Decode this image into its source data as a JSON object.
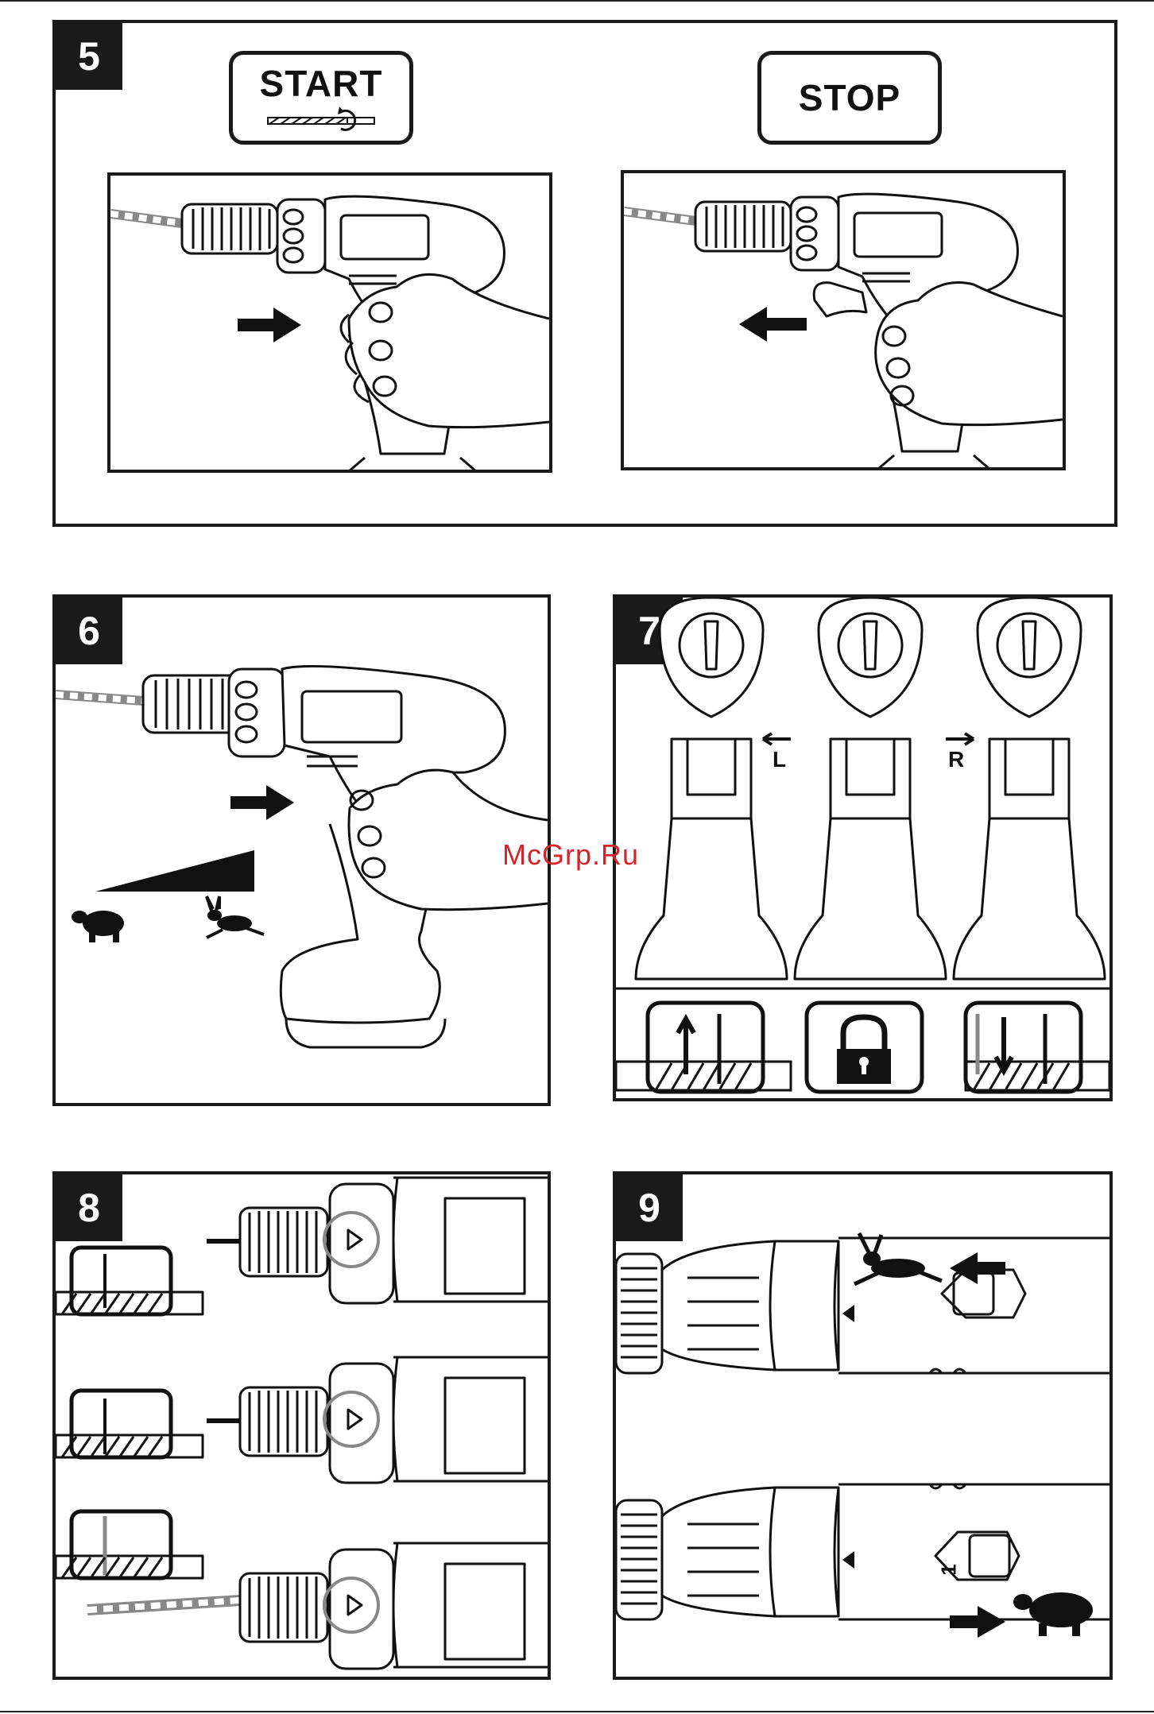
{
  "panels": {
    "p5": {
      "number": "5",
      "start_label": "START",
      "stop_label": "STOP"
    },
    "p6": {
      "number": "6"
    },
    "p7": {
      "number": "7",
      "left_label": "L",
      "right_label": "R"
    },
    "p8": {
      "number": "8"
    },
    "p9": {
      "number": "9",
      "gear_label": "1"
    }
  },
  "watermark": "McGrp.Ru"
}
